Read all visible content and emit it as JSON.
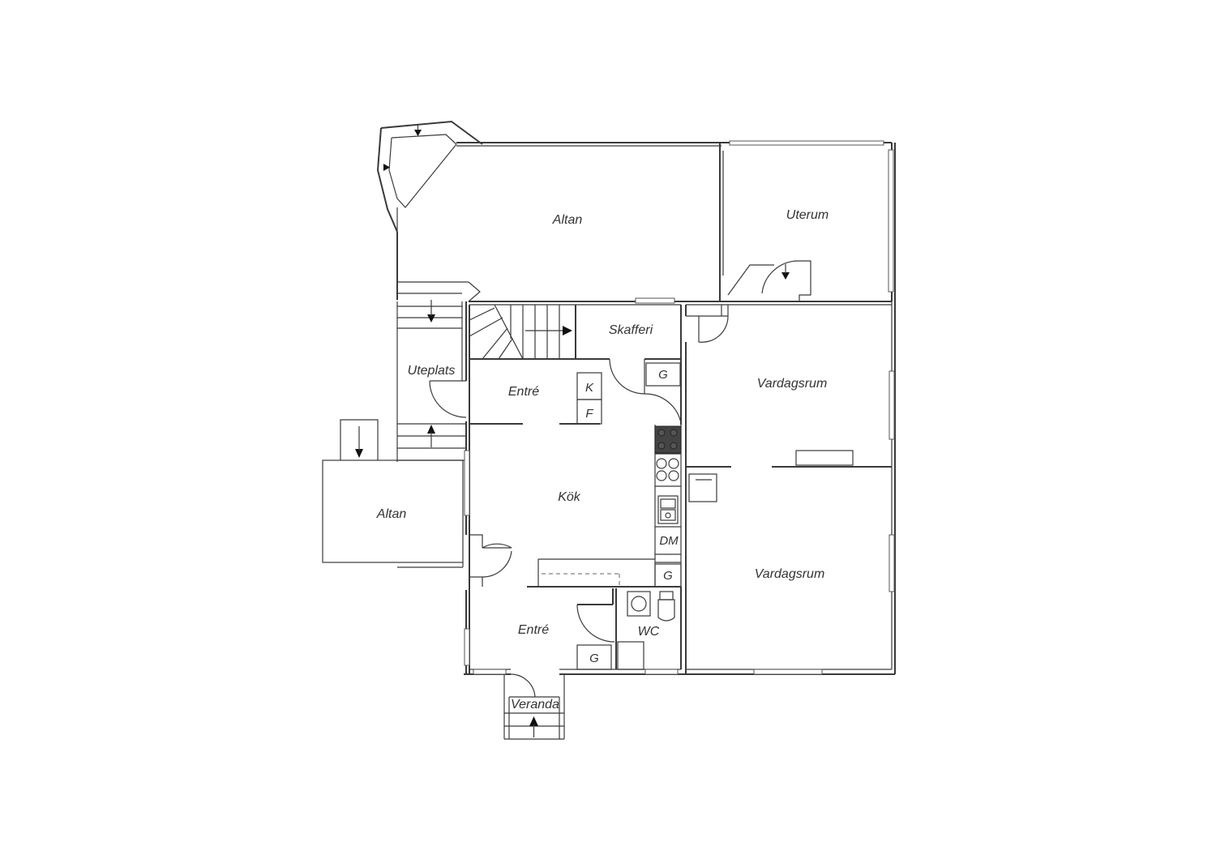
{
  "floor_plan": {
    "rooms": {
      "altan_top": "Altan",
      "uterum": "Uterum",
      "skafferi": "Skafferi",
      "uteplats": "Uteplats",
      "entre_upper": "Entré",
      "vardagsrum_upper": "Vardagsrum",
      "kok": "Kök",
      "altan_left": "Altan",
      "vardagsrum_lower": "Vardagsrum",
      "entre_lower": "Entré",
      "wc": "WC",
      "veranda": "Veranda"
    },
    "fixtures": {
      "k": "K",
      "f": "F",
      "g_skafferi": "G",
      "dm": "DM",
      "g_kitchen": "G",
      "g_entre": "G"
    }
  }
}
